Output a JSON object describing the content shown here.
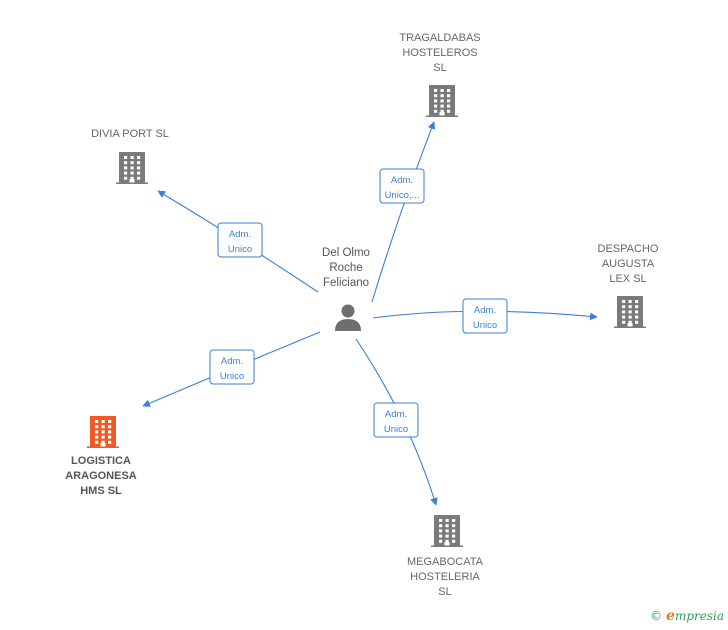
{
  "colors": {
    "edge": "#3a7fd5",
    "company": "#7a7a7a",
    "company_highlight": "#f05a28",
    "person": "#6e6e6e"
  },
  "center": {
    "name_lines": [
      "Del Olmo",
      "Roche",
      "Feliciano"
    ],
    "icon": "person-icon"
  },
  "companies": [
    {
      "id": "tragaldabas",
      "name_lines": [
        "TRAGALDABAS",
        "HOSTELEROS",
        "SL"
      ],
      "icon": "building-icon",
      "highlight": false
    },
    {
      "id": "divia",
      "name_lines": [
        "DIVIA PORT  SL"
      ],
      "icon": "building-icon",
      "highlight": false
    },
    {
      "id": "despacho",
      "name_lines": [
        "DESPACHO",
        "AUGUSTA",
        "LEX SL"
      ],
      "icon": "building-icon",
      "highlight": false
    },
    {
      "id": "logistica",
      "name_lines": [
        "LOGISTICA",
        "ARAGONESA",
        "HMS  SL"
      ],
      "icon": "building-icon",
      "highlight": true
    },
    {
      "id": "megabocata",
      "name_lines": [
        "MEGABOCATA",
        "HOSTELERIA",
        "SL"
      ],
      "icon": "building-icon",
      "highlight": false
    }
  ],
  "relations": [
    {
      "to": "tragaldabas",
      "role_lines": [
        "Adm.",
        "Unico,..."
      ]
    },
    {
      "to": "divia",
      "role_lines": [
        "Adm.",
        "Unico"
      ]
    },
    {
      "to": "despacho",
      "role_lines": [
        "Adm.",
        "Unico"
      ]
    },
    {
      "to": "logistica",
      "role_lines": [
        "Adm.",
        "Unico"
      ]
    },
    {
      "to": "megabocata",
      "role_lines": [
        "Adm.",
        "Unico"
      ]
    }
  ],
  "footer": {
    "copyright": "©",
    "brand_initial": "e",
    "brand_rest": "mpresia"
  }
}
